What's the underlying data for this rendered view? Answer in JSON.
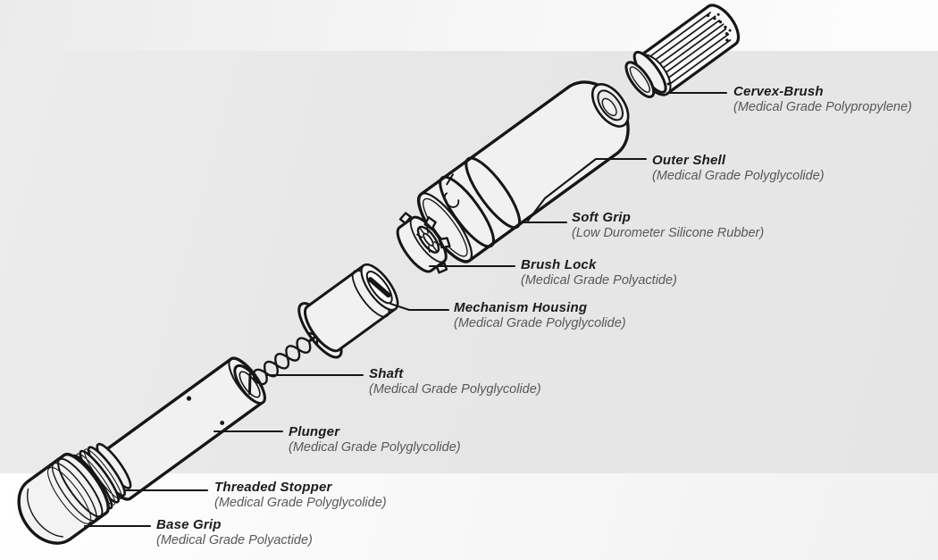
{
  "diagram": {
    "parts": [
      {
        "name": "Cervex-Brush",
        "material": "(Medical Grade Polypropylene)"
      },
      {
        "name": "Outer Shell",
        "material": "(Medical Grade Polyglycolide)"
      },
      {
        "name": "Soft Grip",
        "material": "(Low Durometer Silicone Rubber)"
      },
      {
        "name": "Brush Lock",
        "material": "(Medical Grade Polyactide)"
      },
      {
        "name": "Mechanism Housing",
        "material": "(Medical Grade Polyglycolide)"
      },
      {
        "name": "Shaft",
        "material": "(Medical Grade Polyglycolide)"
      },
      {
        "name": "Plunger",
        "material": "(Medical Grade Polyglycolide)"
      },
      {
        "name": "Threaded Stopper",
        "material": "(Medical Grade Polyglycolide)"
      },
      {
        "name": "Base Grip",
        "material": "(Medical Grade Polyactide)"
      }
    ],
    "colors": {
      "outline": "#161616",
      "part_name_text": "#1b1b1b",
      "material_text": "#585858",
      "band_top": "#f2f2f2",
      "band_middle": "#e7e7e7",
      "band_bottom": "#f8f8f8"
    }
  }
}
